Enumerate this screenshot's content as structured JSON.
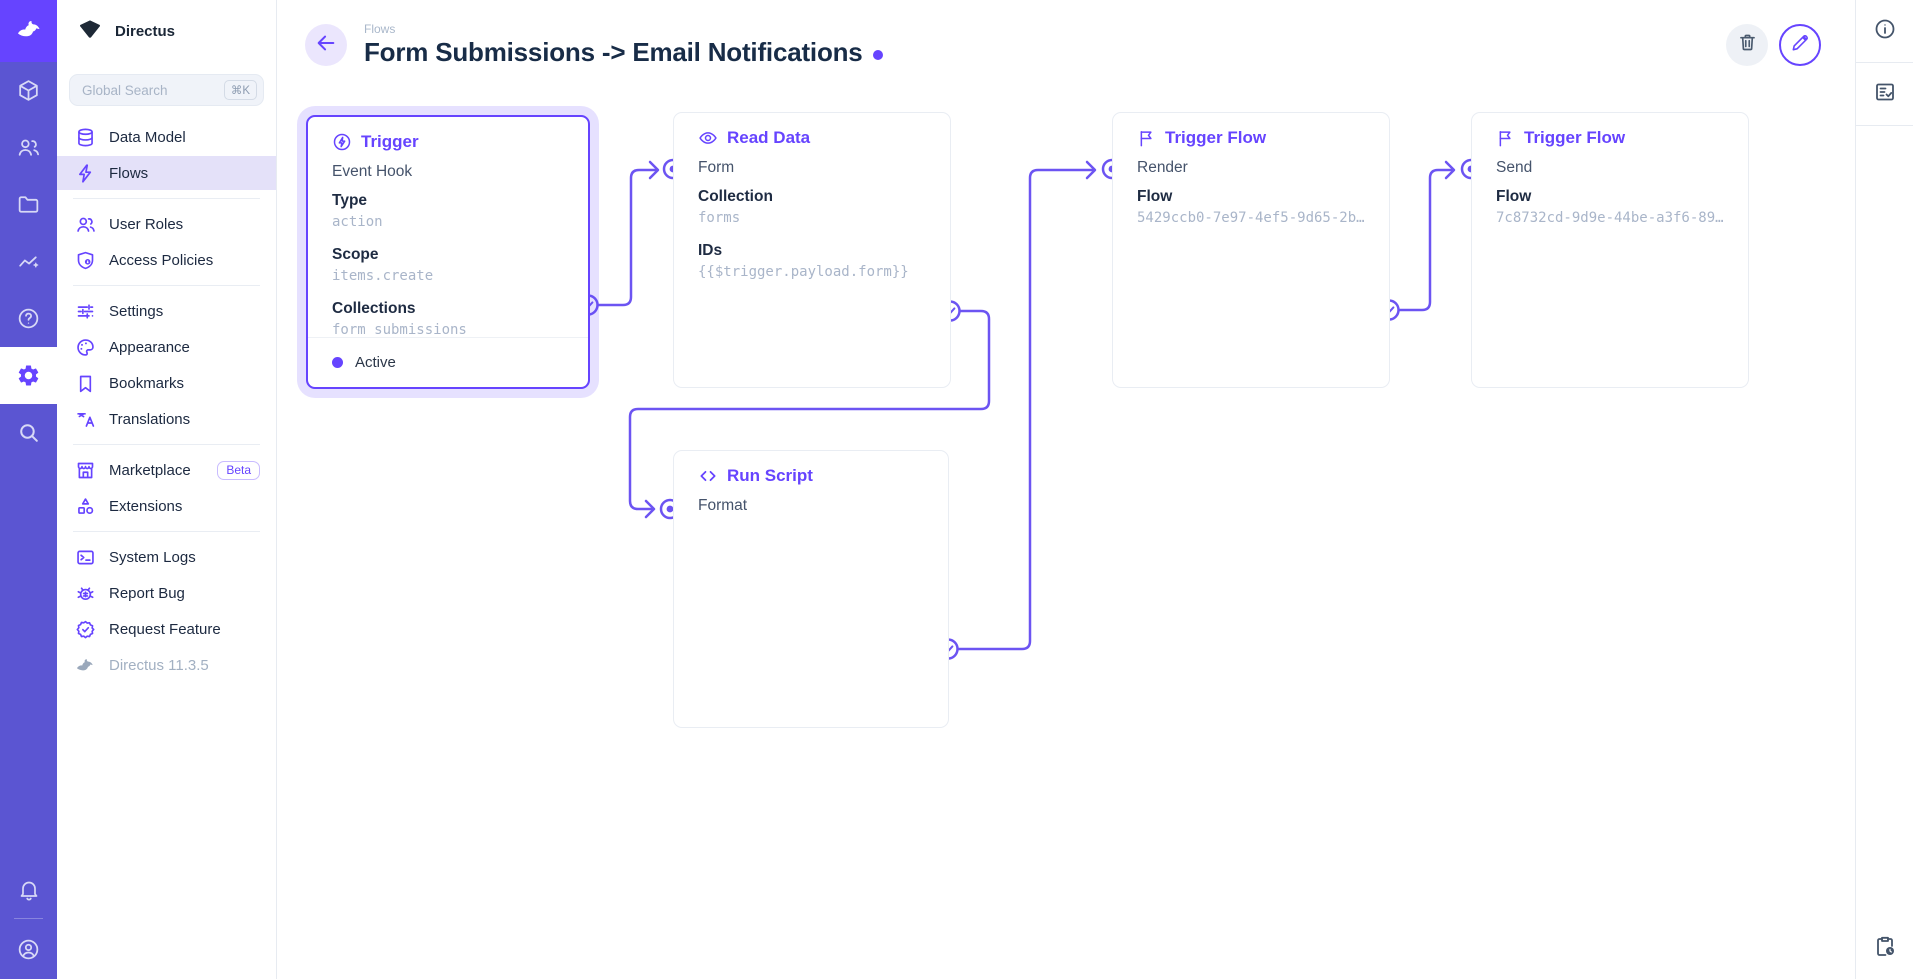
{
  "colors": {
    "accent": "#6644ff",
    "module_bar_bg": "#5b55d2",
    "logo_bg": "#6644ff",
    "selection_halo": "rgba(102,68,255,0.16)",
    "title_text": "#182c47",
    "muted_text": "#a9b5c9"
  },
  "module_bar": {
    "icons": [
      "directus-rabbit-logo",
      "cube",
      "users",
      "folder",
      "activity",
      "help-circle",
      "settings-gear",
      "search"
    ],
    "active_icon": "settings-gear",
    "bottom_icons": [
      "bell",
      "user-circle"
    ]
  },
  "sidebar": {
    "project_name": "Directus",
    "search": {
      "placeholder": "Global Search",
      "shortcut": "⌘K"
    },
    "nav": {
      "data_model": "Data Model",
      "flows": "Flows",
      "user_roles": "User Roles",
      "access_policies": "Access Policies",
      "settings": "Settings",
      "appearance": "Appearance",
      "bookmarks": "Bookmarks",
      "translations": "Translations",
      "marketplace": "Marketplace",
      "marketplace_badge": "Beta",
      "extensions": "Extensions",
      "system_logs": "System Logs",
      "report_bug": "Report Bug",
      "request_feature": "Request Feature",
      "version": "Directus 11.3.5"
    },
    "active_item": "Flows"
  },
  "header": {
    "breadcrumb": "Flows",
    "title": "Form Submissions -> Email Notifications"
  },
  "canvas": {
    "trigger": {
      "panel": "Trigger",
      "name": "Event Hook",
      "fields": [
        {
          "label": "Type",
          "value": "action"
        },
        {
          "label": "Scope",
          "value": "items.create"
        },
        {
          "label": "Collections",
          "value": "form_submissions"
        }
      ],
      "status": "Active",
      "selected": true
    },
    "read_data": {
      "panel": "Read Data",
      "name": "Form",
      "fields": [
        {
          "label": "Collection",
          "value": "forms"
        },
        {
          "label": "IDs",
          "value": "{{$trigger.payload.form}}"
        }
      ]
    },
    "flow_render": {
      "panel": "Trigger Flow",
      "name": "Render",
      "fields": [
        {
          "label": "Flow",
          "value": "5429ccb0-7e97-4ef5-9d65-2b…"
        }
      ]
    },
    "flow_send": {
      "panel": "Trigger Flow",
      "name": "Send",
      "fields": [
        {
          "label": "Flow",
          "value": "7c8732cd-9d9e-44be-a3f6-89…"
        }
      ]
    },
    "run_script": {
      "panel": "Run Script",
      "name": "Format"
    }
  },
  "right_sidebar": {
    "icons": [
      "info-circle",
      "flow-logs-list-check",
      "clipboard-clock"
    ]
  }
}
